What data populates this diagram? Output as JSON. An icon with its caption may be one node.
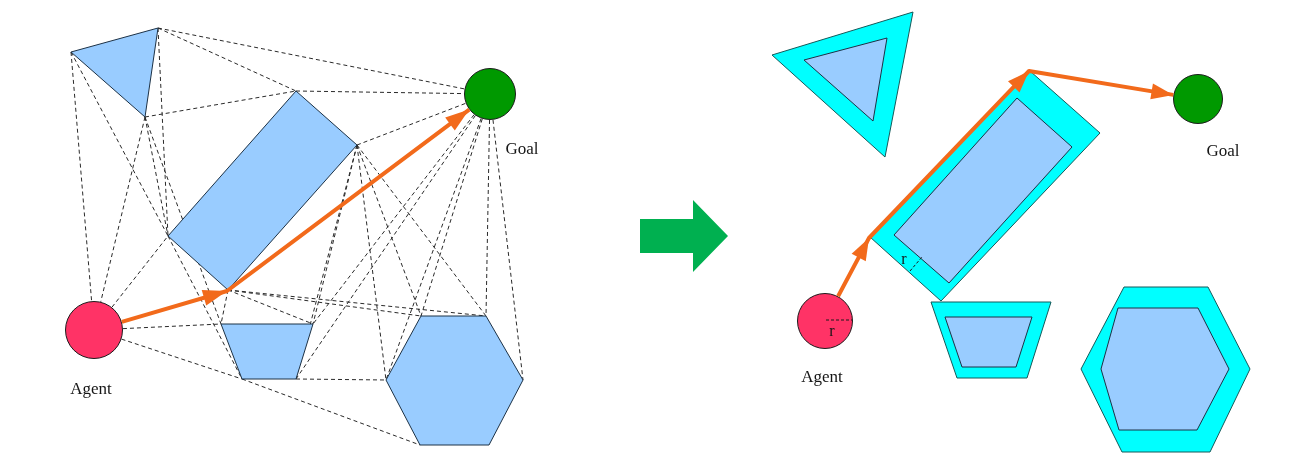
{
  "diagram": {
    "nodes": [
      {
        "text": [],
        "shape": "circle",
        "beside": [
          "Goal"
        ]
      },
      {
        "text": [],
        "shape": "circle",
        "beside": [
          "Agent"
        ]
      },
      {
        "text": [],
        "shape": "circle",
        "beside": [
          "Goal"
        ]
      },
      {
        "text": [],
        "shape": "circle",
        "beside": [
          "Agent"
        ]
      }
    ],
    "edges": [
      {
        "from": 1,
        "to": 0,
        "arrow": "to"
      },
      {
        "from": 3,
        "to": 2,
        "arrow": "to"
      }
    ],
    "labels": [
      "r",
      "r"
    ]
  }
}
